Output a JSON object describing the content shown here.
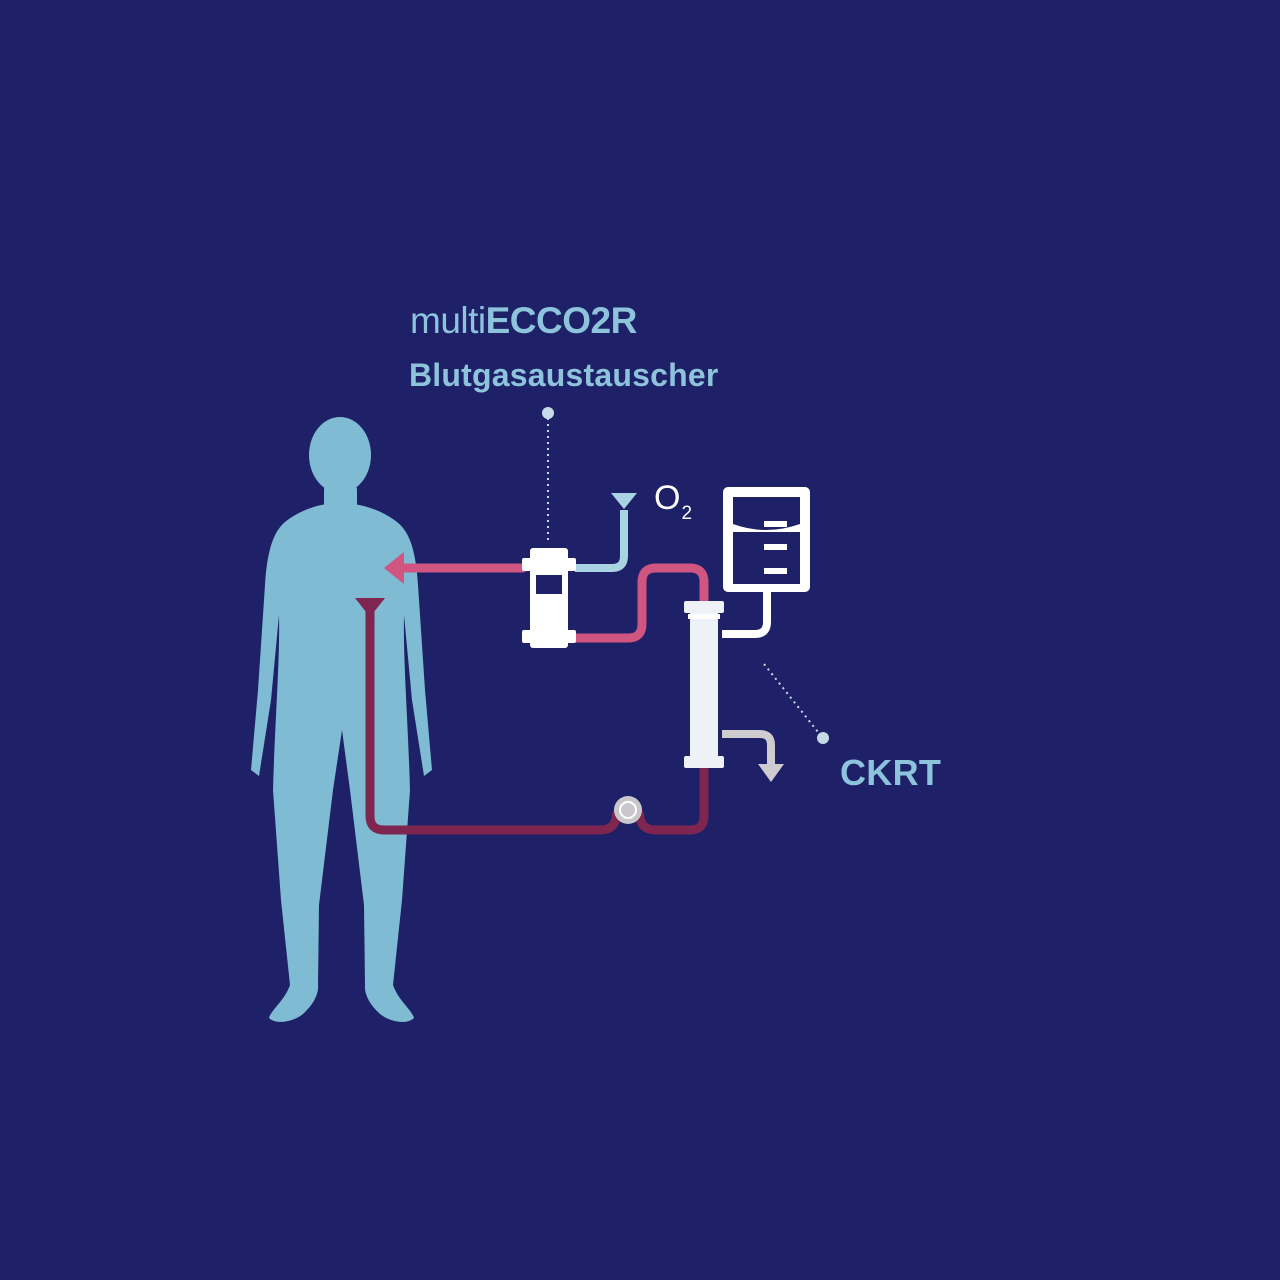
{
  "title": {
    "prefix": "multi",
    "bold": "ECCO2R"
  },
  "subtitle": "Blutgasaustauscher",
  "o2_label": {
    "main": "O",
    "sub": "2"
  },
  "ckrt_label": "CKRT",
  "colors": {
    "background": "#1e2167",
    "body": "#7fbbd2",
    "label": "#8ec3dc",
    "arterial_line": "#d05580",
    "venous_line": "#7e2550",
    "device": "#ffffff",
    "filter": "#eef2f7",
    "gas_line": "#a9d3e3",
    "effluent_line": "#cfccd0"
  }
}
